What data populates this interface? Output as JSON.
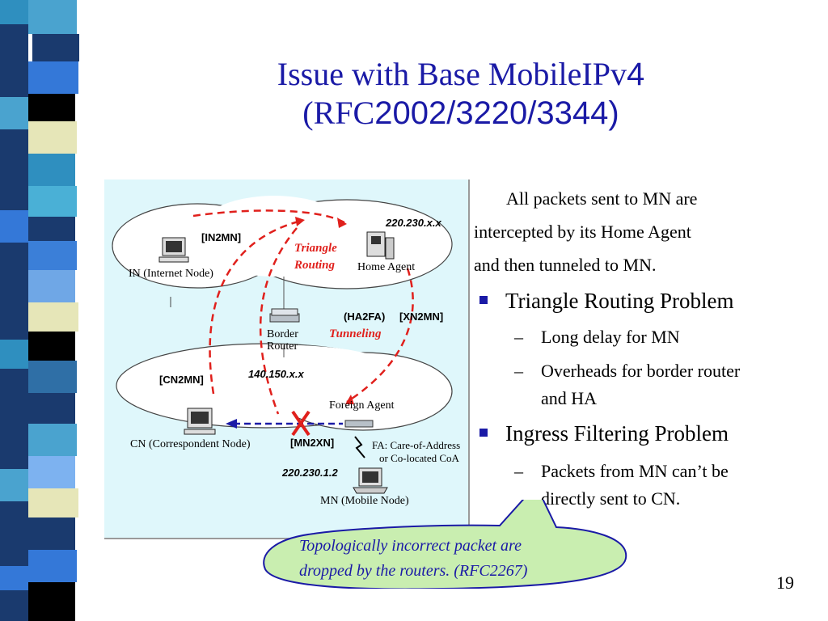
{
  "slide": {
    "title_line1_serif": "Issue with Base MobileIPv",
    "title_line1_sans": "4",
    "title_line2_serif": "(RFC",
    "title_line2_sans": "2002/3220/3344)",
    "intro_line1": "All packets sent to MN are",
    "intro_line2": "intercepted by its Home Agent",
    "intro_line3": "and then tunneled to MN.",
    "bullets": [
      {
        "label": "Triangle Routing Problem",
        "subs": [
          "Long delay for MN",
          "Overheads for border router",
          "and HA"
        ]
      },
      {
        "label": "Ingress Filtering Problem",
        "subs": [
          "Packets from MN can’t be",
          "directly sent to CN."
        ]
      }
    ],
    "sub_dash": "–",
    "callout_line1": "Topologically incorrect packet are",
    "callout_line2": "dropped by the routers. (RFC2267)",
    "page_number": "19"
  },
  "diagram": {
    "in2mn": "[IN2MN]",
    "home_net": "220.230.x.x",
    "triangle": "Triangle",
    "routing": "Routing",
    "in_node": "IN (Internet Node)",
    "home_agent": "Home Agent",
    "ha2fa": "(HA2FA)",
    "xn2mn": "[XN2MN]",
    "border": "Border",
    "router": "Router",
    "tunneling": "Tunneling",
    "cn2mn": "[CN2MN]",
    "foreign_net": "140.150.x.x",
    "foreign_agent": "Foreign Agent",
    "cn_node": "CN (Correspondent Node)",
    "mn2xn": "[MN2XN]",
    "fa_coa_1": "FA: Care-of-Address",
    "fa_coa_2": "or Co-located CoA",
    "mn_addr": "220.230.1.2",
    "mn_node": "MN (Mobile Node)"
  },
  "colors": {
    "title": "#1a1aa6",
    "accent_red": "#e0201c",
    "panel_bg": "#dff7fb",
    "callout_fill": "#c9eeb0"
  }
}
